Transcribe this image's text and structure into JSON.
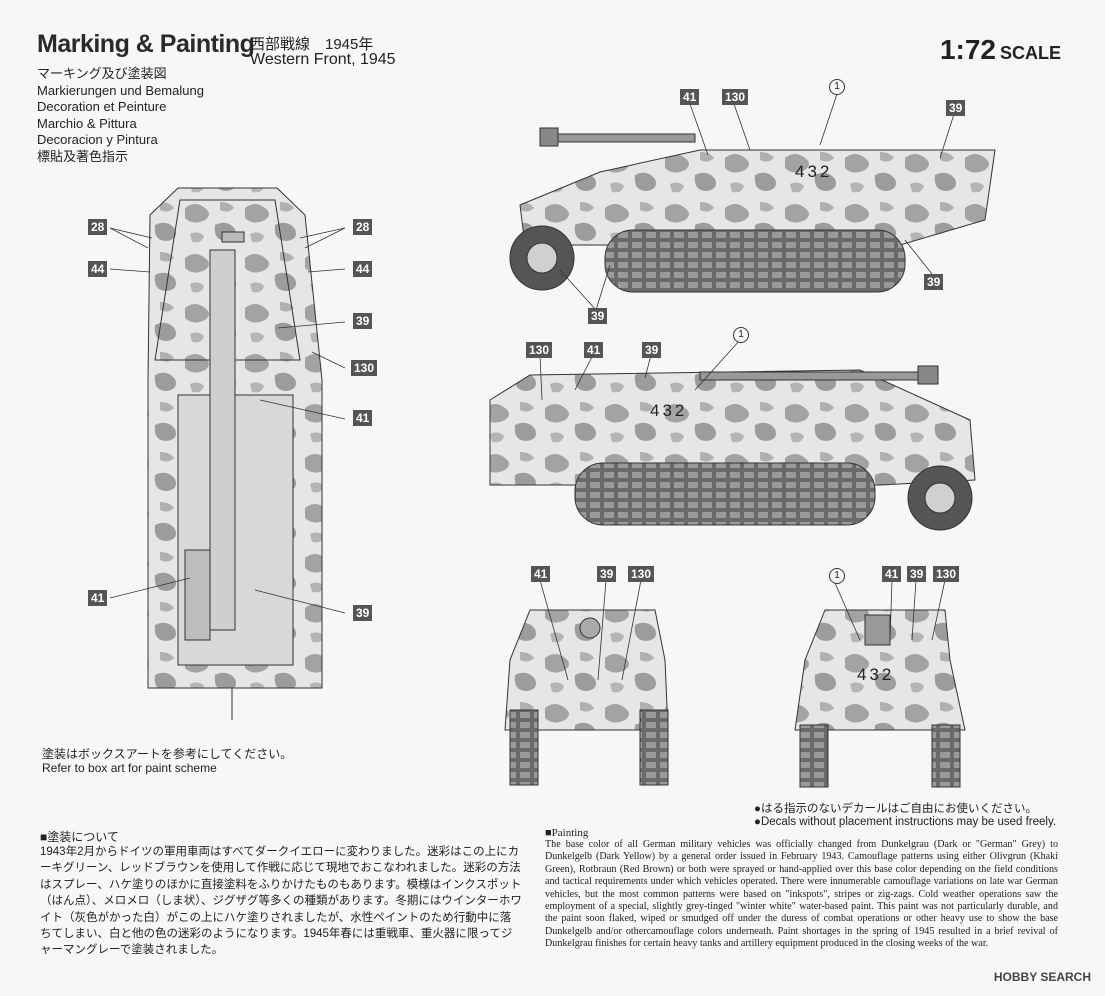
{
  "header": {
    "title": "Marking & Painting",
    "languages": [
      "マーキング及び塗装図",
      "Markierungen und Bemalung",
      "Decoration et Peinture",
      "Marchio & Pittura",
      "Decoracion y Pintura",
      "標貼及著色指示"
    ],
    "theater_jp": "西部戦線　1945年",
    "theater_en": "Western Front, 1945",
    "scale_number": "1:72",
    "scale_unit": "SCALE"
  },
  "callouts": {
    "n28": "28",
    "n44": "44",
    "n39": "39",
    "n130": "130",
    "n41": "41",
    "c1": "1"
  },
  "hull_number": "432",
  "notes": {
    "refer_jp": "塗装はボックスアートを参考にしてください。",
    "refer_en": "Refer to box art for paint scheme",
    "decals_jp": "●はる指示のないデカールはご自由にお使いください。",
    "decals_en": "●Decals without placement instructions may be used freely."
  },
  "painting_jp": {
    "heading": "■塗装について",
    "body": "1943年2月からドイツの軍用車両はすべてダークイエローに変わりました。迷彩はこの上にカーキグリーン、レッドブラウンを使用して作戦に応じて現地でおこなわれました。迷彩の方法はスプレー、ハケ塗りのほかに直接塗料をふりかけたものもあります。模様はインクスポット（はん点）、メロメロ（しま状）、ジグザグ等多くの種類があります。冬期にはウインターホワイト（灰色がかった白）がこの上にハケ塗りされましたが、水性ペイントのため行動中に落ちてしまい、白と他の色の迷彩のようになります。1945年春には重戦車、重火器に限ってジャーマングレーで塗装されました。"
  },
  "painting_en": {
    "heading": "■Painting",
    "body": "The base color of all German military vehicles was officially changed from Dunkelgrau (Dark or \"German\" Grey) to Dunkelgelb (Dark Yellow) by a general order issued in February 1943. Camouflage patterns using either Olivgrun (Khaki Green), Rotbraun (Red Brown) or both were sprayed or hand-applied over this base color depending on the field conditions and tactical requirements under which vehicles operated. There were innumerable camouflage variations on late war German vehicles, but the most common patterns were based on \"inkspots\", stripes or zig-zags. Cold weather operations saw the employment of a special, slightly grey-tinged \"winter white\" water-based paint. This paint was not particularly durable, and the paint soon flaked, wiped or smudged off under the duress of combat operations or other heavy use to show the base Dunkelgelb and/or othercamouflage colors underneath. Paint shortages in the spring of 1945 resulted in a brief revival of Dunkelgrau finishes for certain heavy tanks and artillery equipment produced in the closing weeks of the war."
  },
  "watermark": "HOBBY SEARCH",
  "colors": {
    "camo_light": "#e4e4e4",
    "camo_dark": "#9a9a9a",
    "callout_bg": "#555555"
  }
}
